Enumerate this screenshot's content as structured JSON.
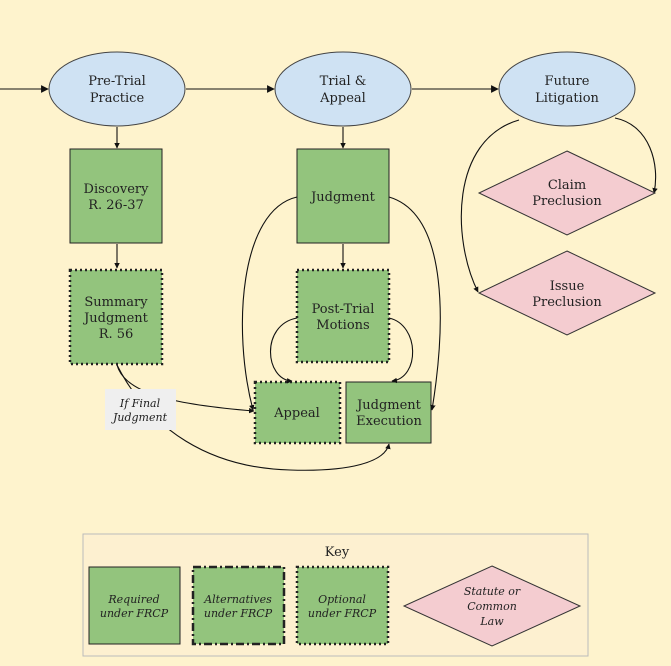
{
  "colors": {
    "background": "#fef3cd",
    "stage_fill": "#cfe2f3",
    "green_fill": "#93c47d",
    "pink_fill": "#f4ccd0",
    "note_fill": "#efefef",
    "key_fill": "#fdf0d0"
  },
  "stages": {
    "pretrial": [
      "Pre-Trial",
      "Practice"
    ],
    "trial": [
      "Trial &",
      "Appeal"
    ],
    "future": [
      "Future",
      "Litigation"
    ]
  },
  "boxes": {
    "discovery": [
      "Discovery",
      "R. 26-37"
    ],
    "summary": [
      "Summary",
      "Judgment",
      "R. 56"
    ],
    "judgment": [
      "Judgment"
    ],
    "posttrial": [
      "Post-Trial",
      "Motions"
    ],
    "appeal": [
      "Appeal"
    ],
    "execution": [
      "Judgment",
      "Execution"
    ]
  },
  "diamonds": {
    "claim": [
      "Claim",
      "Preclusion"
    ],
    "issue": [
      "Issue",
      "Preclusion"
    ]
  },
  "note": [
    "If Final",
    "Judgment"
  ],
  "key": {
    "title": "Key",
    "required": [
      "Required",
      "under FRCP"
    ],
    "alternatives": [
      "Alternatives",
      "under FRCP"
    ],
    "optional": [
      "Optional",
      "under FRCP"
    ],
    "statute": [
      "Statute or",
      "Common",
      "Law"
    ]
  }
}
